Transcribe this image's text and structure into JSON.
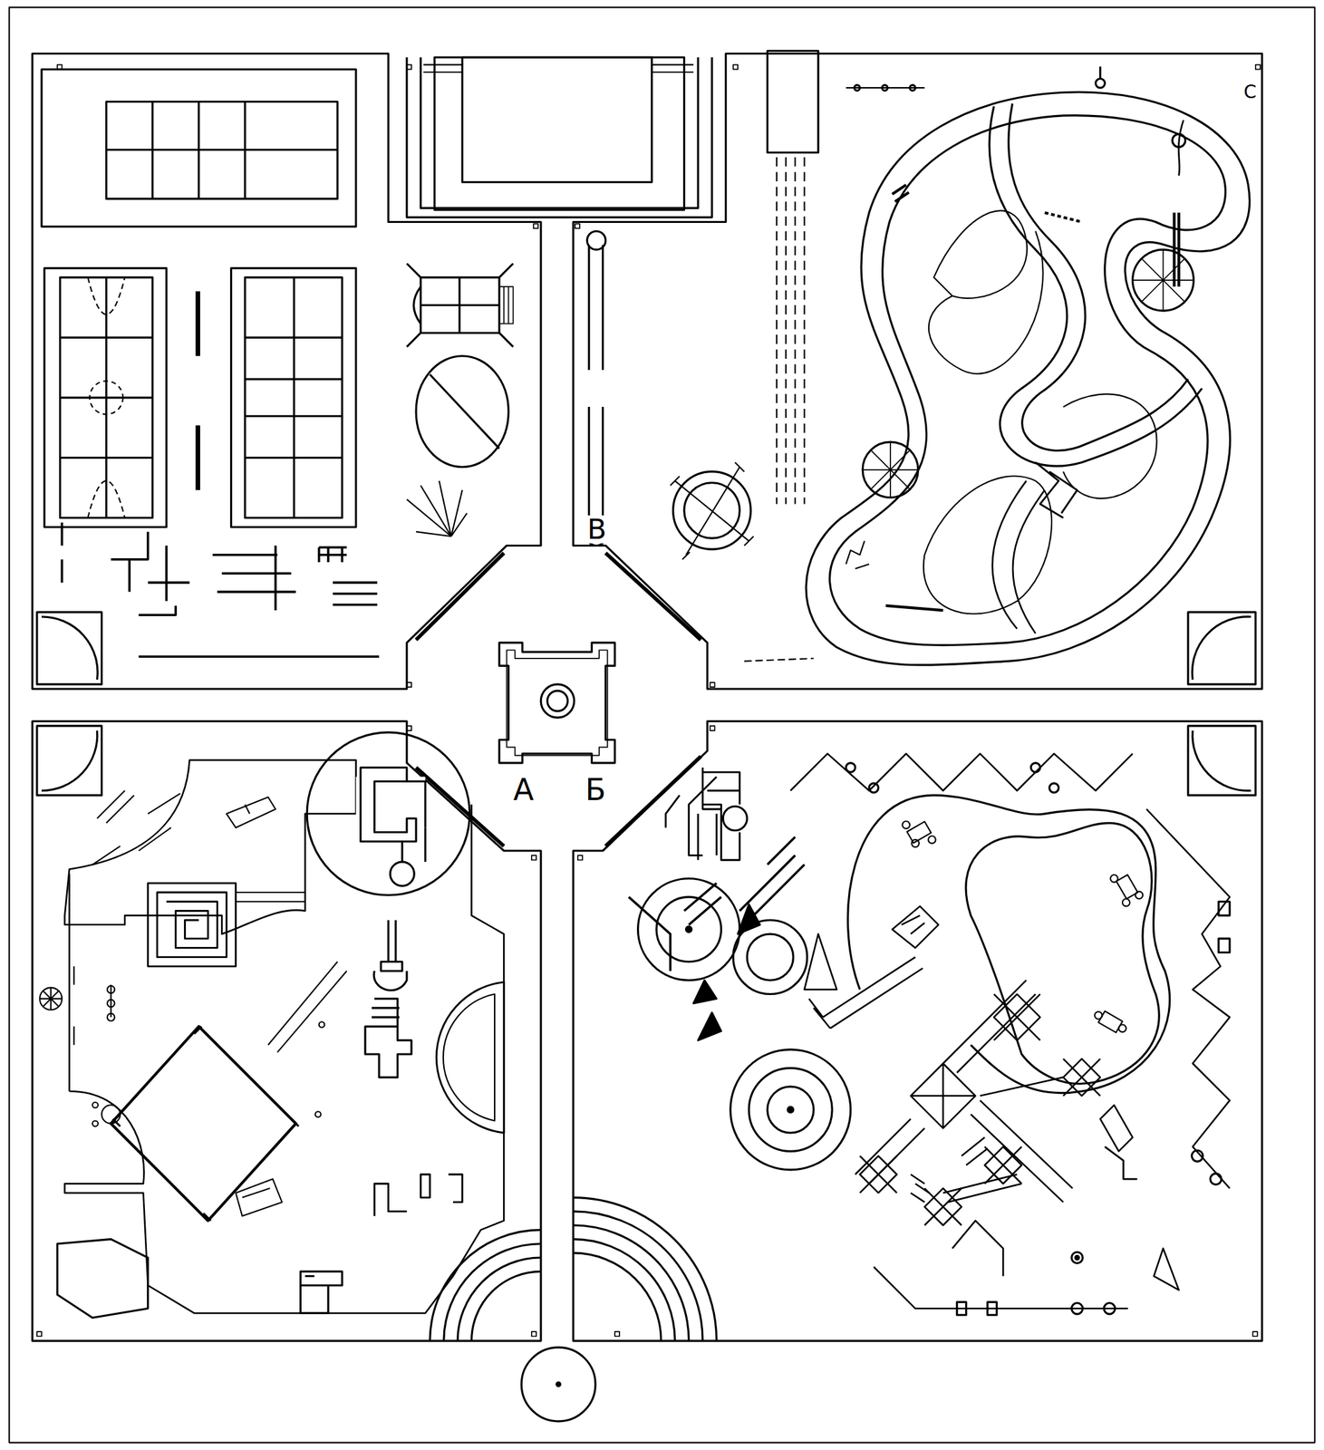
{
  "diagram": {
    "labels": [
      "В",
      "А",
      "Б",
      "С"
    ]
  }
}
